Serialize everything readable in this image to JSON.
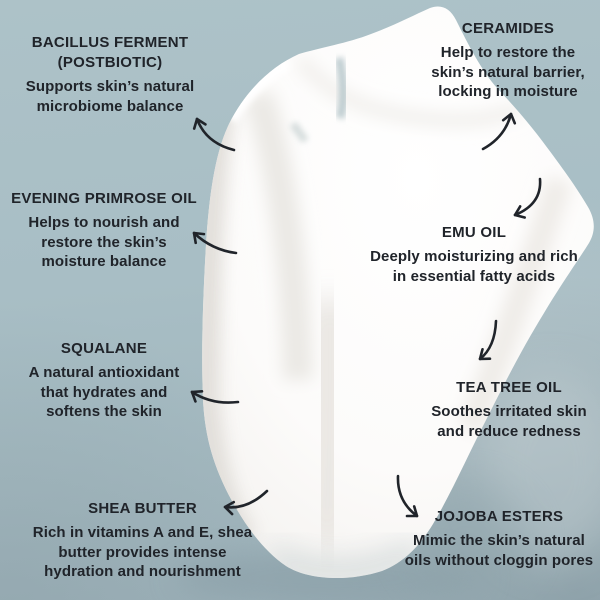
{
  "image_subject": "white cream swatch with ingredient callouts",
  "colors": {
    "background": "#a8bec5",
    "cream": "#ffffff",
    "text": "#20242a",
    "arrow": "#20242a"
  },
  "callouts": [
    {
      "id": "bacillus-ferment",
      "title": "BACILLUS FERMENT (POSTBIOTIC)",
      "description": "Supports skin’s natural microbiome balance"
    },
    {
      "id": "ceramides",
      "title": "CERAMIDES",
      "description": "Help to restore the skin’s natural barrier, locking in moisture"
    },
    {
      "id": "evening-primrose-oil",
      "title": "EVENING PRIMROSE OIL",
      "description": "Helps to nourish and restore the skin’s moisture balance"
    },
    {
      "id": "emu-oil",
      "title": "EMU OIL",
      "description": "Deeply moisturizing and rich in essential fatty acids"
    },
    {
      "id": "squalane",
      "title": "SQUALANE",
      "description": "A natural antioxidant that hydrates and softens the skin"
    },
    {
      "id": "tea-tree-oil",
      "title": "TEA TREE OIL",
      "description": "Soothes irritated skin and reduce redness"
    },
    {
      "id": "shea-butter",
      "title": "SHEA BUTTER",
      "description": "Rich in vitamins A and E, shea butter provides intense hydration and nourishment"
    },
    {
      "id": "jojoba-esters",
      "title": "JOJOBA ESTERS",
      "description": "Mimic the skin’s natural oils without cloggin pores"
    }
  ]
}
